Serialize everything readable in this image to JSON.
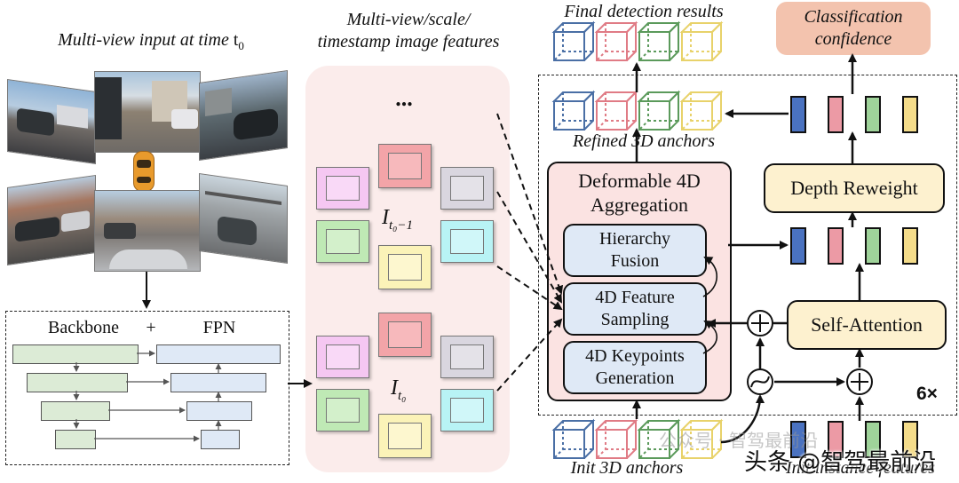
{
  "left": {
    "title_prefix": "Multi-view input at time ",
    "title_var": "t",
    "title_sub": "0",
    "backbone_label": "Backbone",
    "plus_label": "+",
    "fpn_label": "FPN"
  },
  "middle": {
    "title_line1": "Multi-view/scale/",
    "title_line2": "timestamp image features",
    "ellipsis": "...",
    "group1_var": "I",
    "group1_sub": "t₀−1",
    "group2_var": "I",
    "group2_sub": "t₀"
  },
  "right": {
    "final_results_label": "Final detection results",
    "classification_line1": "Classification",
    "classification_line2": "confidence",
    "refined_anchors_label": "Refined 3D anchors",
    "deformable_line1": "Deformable 4D",
    "deformable_line2": "Aggregation",
    "hierarchy_line1": "Hierarchy",
    "hierarchy_line2": "Fusion",
    "sampling_line1": "4D Feature",
    "sampling_line2": "Sampling",
    "keypoints_line1": "4D Keypoints",
    "keypoints_line2": "Generation",
    "depth_reweight_label": "Depth Reweight",
    "self_attention_label": "Self-Attention",
    "repeat_label": "6×",
    "init_anchors_label": "Init 3D anchors",
    "init_features_label": "Init instance features",
    "plus_symbol": "+",
    "combine_symbol": "~"
  },
  "watermark": {
    "text1": "公众号 · 智驾最前沿",
    "text2": "头条 @智驾最前沿"
  },
  "colors": {
    "blue": "#4a6fa5",
    "red": "#e07b85",
    "green": "#5b9a5b",
    "yellow": "#e8d26a",
    "bar_blue": "#4a72c0",
    "bar_pink": "#ec9aa5",
    "bar_green": "#9fd39a",
    "bar_yellow": "#f4dc8a",
    "panel_pink": "#fbeceb",
    "box_blue": "#dfe9f6",
    "box_yellow": "#fdf1cf",
    "box_salmon": "#f3c3ae",
    "box_green": "#dcebd6"
  }
}
